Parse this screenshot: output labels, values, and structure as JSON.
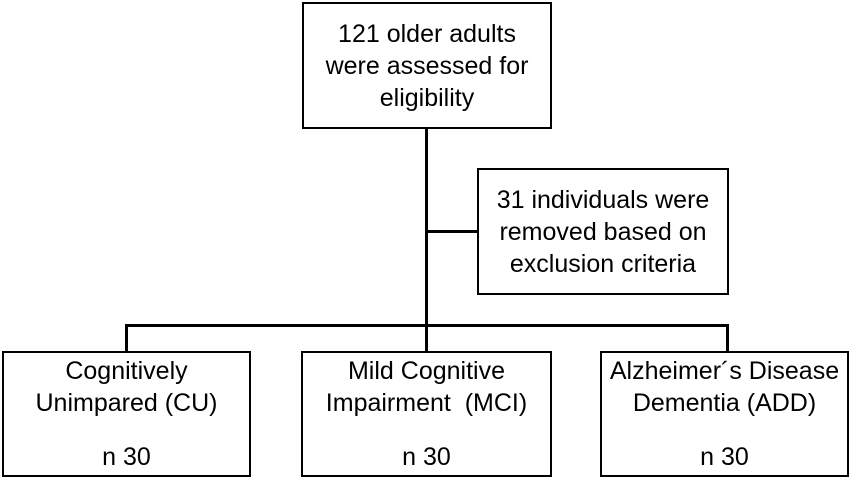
{
  "top_box": {
    "lines": [
      "121 older adults",
      "were assessed for",
      "eligibility"
    ]
  },
  "exclusion_box": {
    "lines": [
      "31 individuals were",
      "removed based on",
      "exclusion criteria"
    ]
  },
  "groups": [
    {
      "lines": [
        "Cognitively",
        "Unimpared (CU)"
      ],
      "count": "n 30"
    },
    {
      "lines": [
        "Mild Cognitive",
        "Impairment  (MCI)"
      ],
      "count": "n 30"
    },
    {
      "lines": [
        "Alzheimer´s Disease",
        "Dementia (ADD)"
      ],
      "count": "n 30"
    }
  ],
  "colors": {
    "stroke": "#000000",
    "background": "#ffffff"
  }
}
